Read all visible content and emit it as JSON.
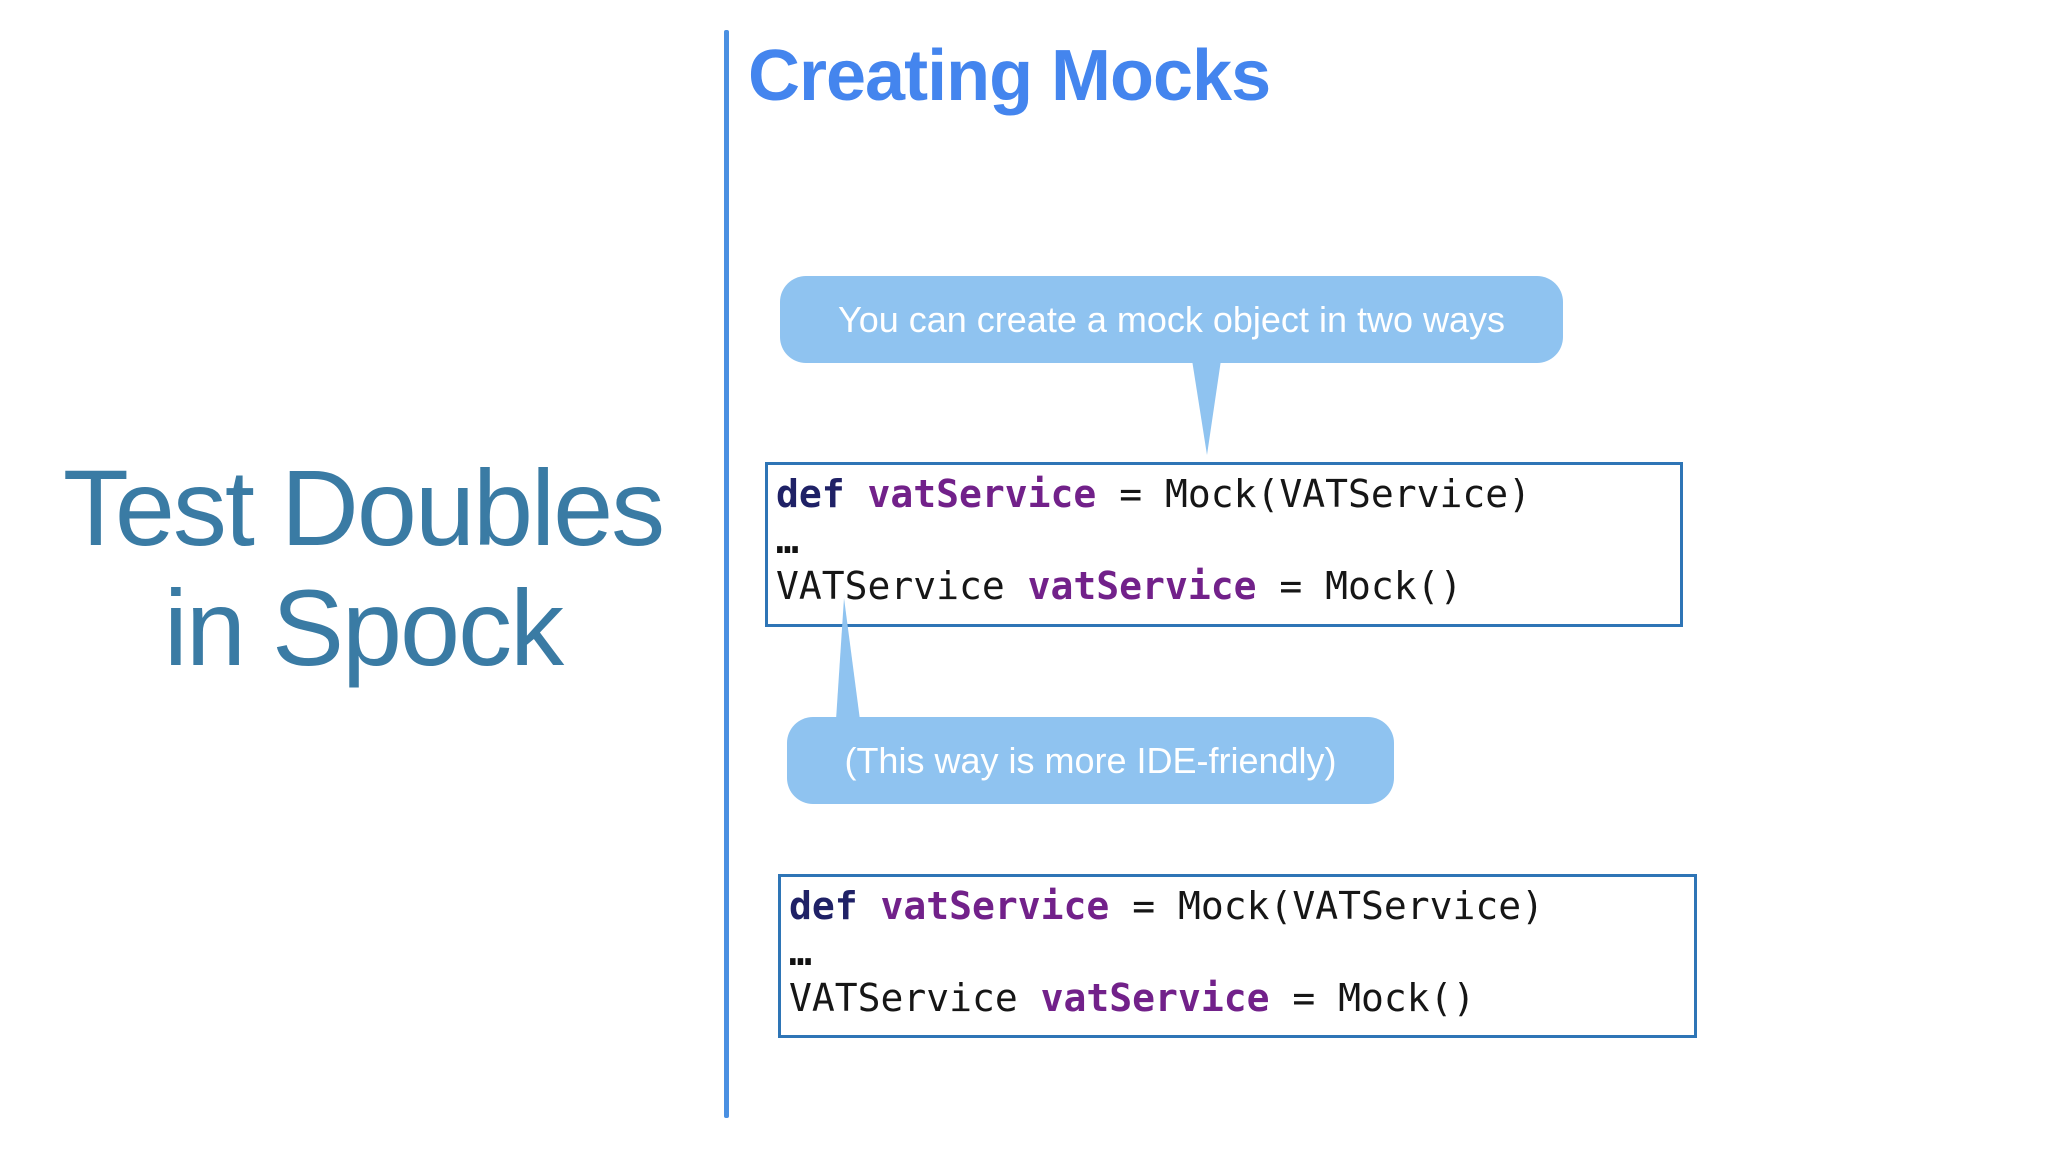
{
  "slide": {
    "title": {
      "line1": "Test Doubles",
      "line2": "in Spock"
    },
    "section_header": "Creating Mocks",
    "callouts": [
      {
        "text": "You can create a mock object in two ways",
        "pointer": "down"
      },
      {
        "text": "(This way is more IDE-friendly)",
        "pointer": "up"
      }
    ],
    "code_blocks": [
      {
        "lines": [
          [
            {
              "t": "def",
              "s": "keyword"
            },
            {
              "t": " ",
              "s": "plain"
            },
            {
              "t": "vatService",
              "s": "variable"
            },
            {
              "t": " = Mock(VATService)",
              "s": "plain"
            }
          ],
          [
            {
              "t": "…",
              "s": "ellipsis"
            }
          ],
          [
            {
              "t": "VATService ",
              "s": "plain"
            },
            {
              "t": "vatService",
              "s": "variable"
            },
            {
              "t": " = Mock()",
              "s": "plain"
            }
          ]
        ]
      },
      {
        "lines": [
          [
            {
              "t": "def",
              "s": "keyword"
            },
            {
              "t": " ",
              "s": "plain"
            },
            {
              "t": "vatService",
              "s": "variable"
            },
            {
              "t": " = Mock(VATService)",
              "s": "plain"
            }
          ],
          [
            {
              "t": "…",
              "s": "ellipsis"
            }
          ],
          [
            {
              "t": "VATService ",
              "s": "plain"
            },
            {
              "t": "vatService",
              "s": "variable"
            },
            {
              "t": " = Mock()",
              "s": "plain"
            }
          ]
        ]
      }
    ],
    "colors": {
      "title_teal": "#3a7ba4",
      "header_blue": "#4485ee",
      "divider_blue": "#4a90e2",
      "callout_fill": "#8fc3f0",
      "callout_text": "#ffffff",
      "code_border": "#2e75b6",
      "code_keyword": "#1f2166",
      "code_variable": "#72218a",
      "code_plain": "#161616",
      "code_ellipsis": "#111111"
    }
  }
}
